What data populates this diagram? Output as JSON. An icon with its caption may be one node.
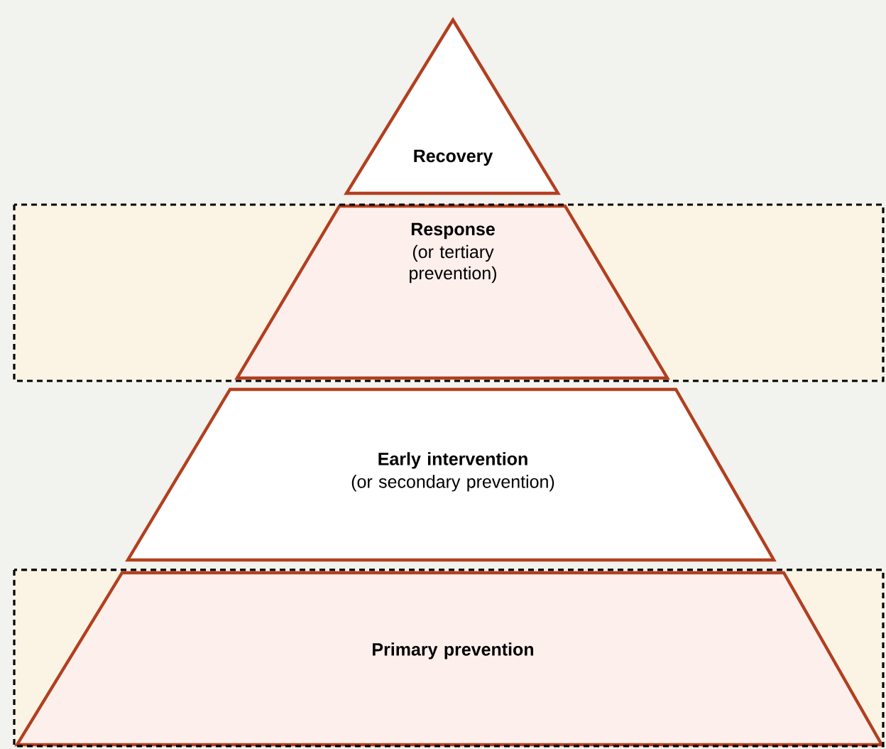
{
  "diagram": {
    "nodes": [
      {
        "text": [
          "Recovery"
        ]
      },
      {
        "text": [
          "Response",
          "(or tertiary prevention)"
        ]
      },
      {
        "text": [
          "Early intervention",
          "(or secondary prevention)"
        ]
      },
      {
        "text": [
          "Primary prevention"
        ]
      }
    ]
  }
}
